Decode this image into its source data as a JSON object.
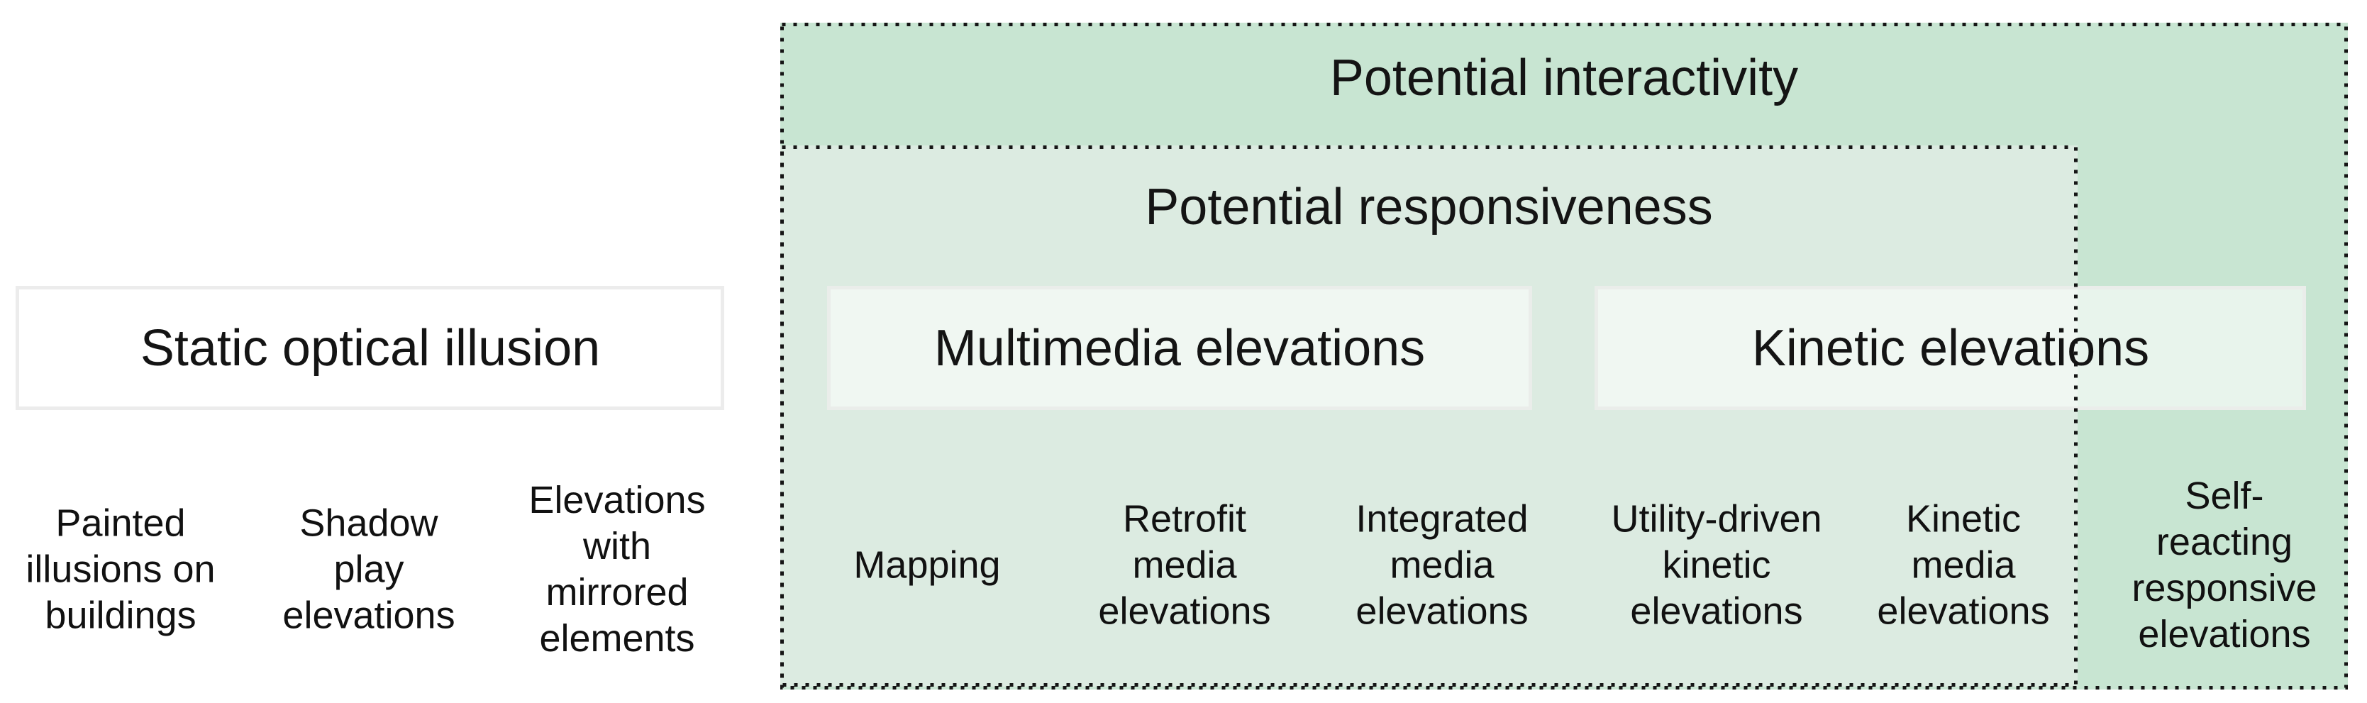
{
  "diagram": {
    "static_group": {
      "title": "Static optical illusion",
      "items": [
        "Painted\nillusions on\nbuildings",
        "Shadow\nplay\nelevations",
        "Elevations\nwith\nmirrored\nelements"
      ]
    },
    "interactivity": {
      "title": "Potential interactivity",
      "items": [
        "Self-reacting\nresponsive\nelevations"
      ],
      "responsiveness": {
        "title": "Potential responsiveness",
        "multimedia": {
          "title": "Multimedia elevations",
          "items": [
            "Mapping",
            "Retrofit\nmedia\nelevations",
            "Integrated\nmedia\nelevations"
          ]
        },
        "kinetic": {
          "title": "Kinetic elevations",
          "items": [
            "Utility-driven\nkinetic\nelevations",
            "Kinetic\nmedia\nelevations"
          ]
        }
      }
    },
    "colors": {
      "interactivity_fill": "#c8e5d2",
      "responsiveness_fill": "#dcebe1",
      "category_box_fill": "#edf5ef",
      "category_box_border": "#e9ebe9",
      "dotted_border": "#151515",
      "text": "#111111"
    }
  }
}
